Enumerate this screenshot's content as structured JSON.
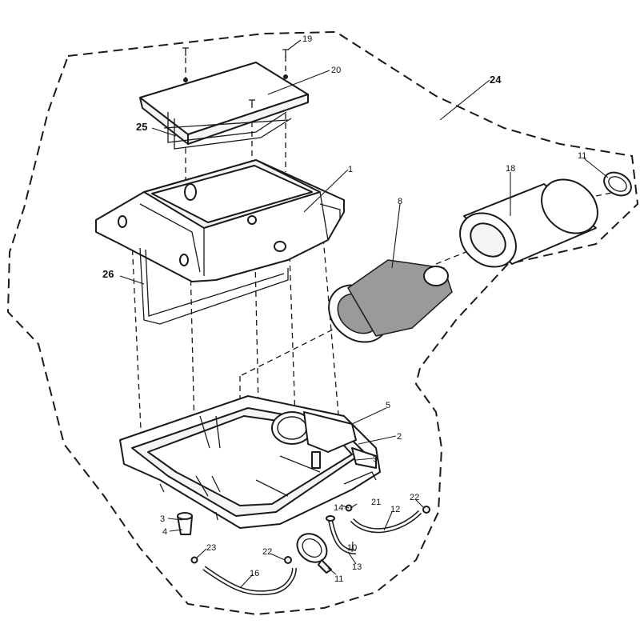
{
  "diagram": {
    "parts": {
      "p1": "1",
      "p2": "2",
      "p3": "3",
      "p4": "4",
      "p5": "5",
      "p8": "8",
      "p9": "9",
      "p10": "10",
      "p11a": "11",
      "p11b": "11",
      "p12": "12",
      "p13": "13",
      "p14": "14",
      "p16": "16",
      "p18": "18",
      "p19": "19",
      "p20": "20",
      "p21": "21",
      "p22a": "22",
      "p22b": "22",
      "p23": "23",
      "p24": "24",
      "p25": "25",
      "p26": "26"
    }
  }
}
